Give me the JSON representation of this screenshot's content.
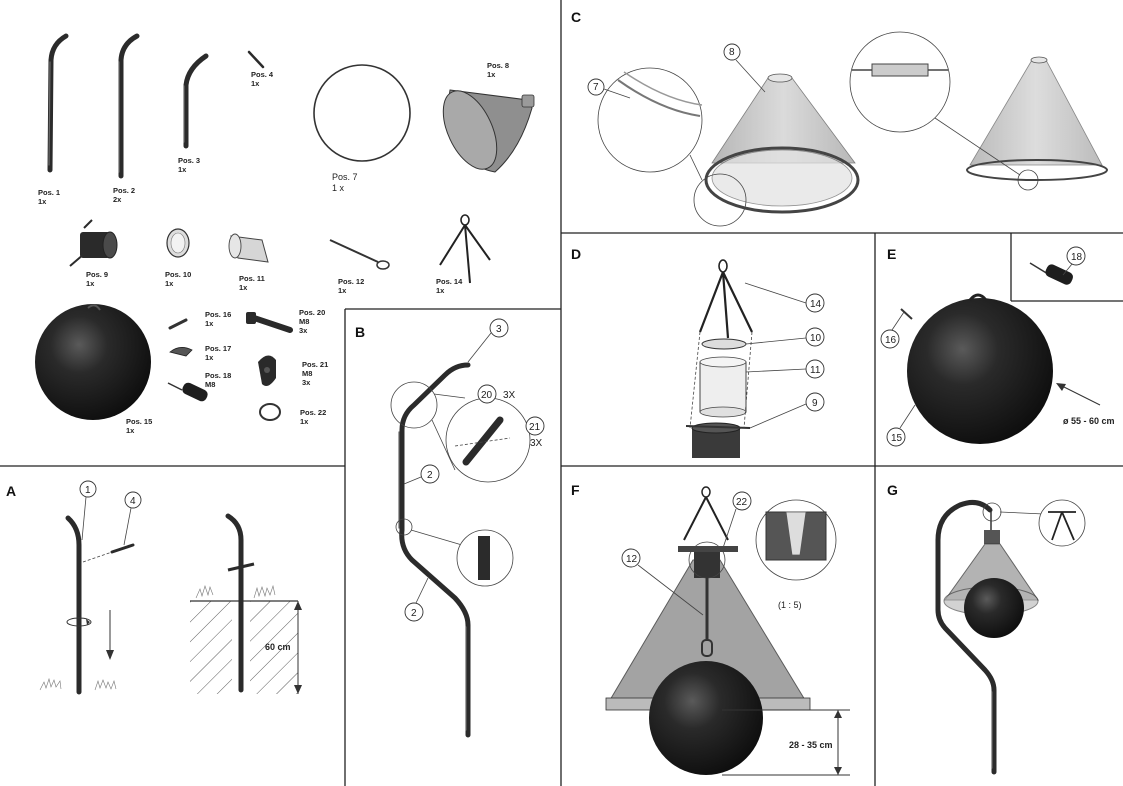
{
  "sections": {
    "A": "A",
    "B": "B",
    "C": "C",
    "D": "D",
    "E": "E",
    "F": "F",
    "G": "G"
  },
  "parts": {
    "pos1": {
      "name": "Pos. 1",
      "qty": "1x"
    },
    "pos2": {
      "name": "Pos. 2",
      "qty": "2x"
    },
    "pos3": {
      "name": "Pos. 3",
      "qty": "1x"
    },
    "pos4": {
      "name": "Pos. 4",
      "qty": "1x"
    },
    "pos7": {
      "name": "Pos. 7",
      "qty": "1 x"
    },
    "pos8": {
      "name": "Pos. 8",
      "qty": "1x"
    },
    "pos9": {
      "name": "Pos. 9",
      "qty": "1x"
    },
    "pos10": {
      "name": "Pos. 10",
      "qty": "1x"
    },
    "pos11": {
      "name": "Pos. 11",
      "qty": "1x"
    },
    "pos12": {
      "name": "Pos. 12",
      "qty": "1x"
    },
    "pos14": {
      "name": "Pos. 14",
      "qty": "1x"
    },
    "pos15": {
      "name": "Pos. 15",
      "qty": "1x"
    },
    "pos16": {
      "name": "Pos. 16",
      "qty": "1x"
    },
    "pos17": {
      "name": "Pos. 17",
      "qty": "1x"
    },
    "pos18": {
      "name": "Pos. 18",
      "spec": "M8"
    },
    "pos20": {
      "name": "Pos. 20",
      "spec": "M8",
      "qty": "3x"
    },
    "pos21": {
      "name": "Pos. 21",
      "spec": "M8",
      "qty": "3x"
    },
    "pos22": {
      "name": "Pos. 22",
      "qty": "1x"
    }
  },
  "callouts": {
    "a1": "1",
    "a4": "4",
    "b3": "3",
    "b2a": "2",
    "b2b": "2",
    "b20": "20",
    "b21": "21",
    "bx20": "3X",
    "bx21": "3X",
    "c7": "7",
    "c8": "8",
    "d14": "14",
    "d10": "10",
    "d11": "11",
    "d9": "9",
    "e18": "18",
    "e16": "16",
    "e15": "15",
    "f12": "12",
    "f22": "22"
  },
  "dimensions": {
    "depth": "60 cm",
    "diameter": "ø 55 - 60 cm",
    "hang_height": "28 - 35 cm",
    "scale": "(1 : 5)"
  },
  "colors": {
    "ball": "#1c1c1c",
    "pole": "#2b2b2b",
    "cone": "#b9b9b9",
    "border": "#222222"
  }
}
